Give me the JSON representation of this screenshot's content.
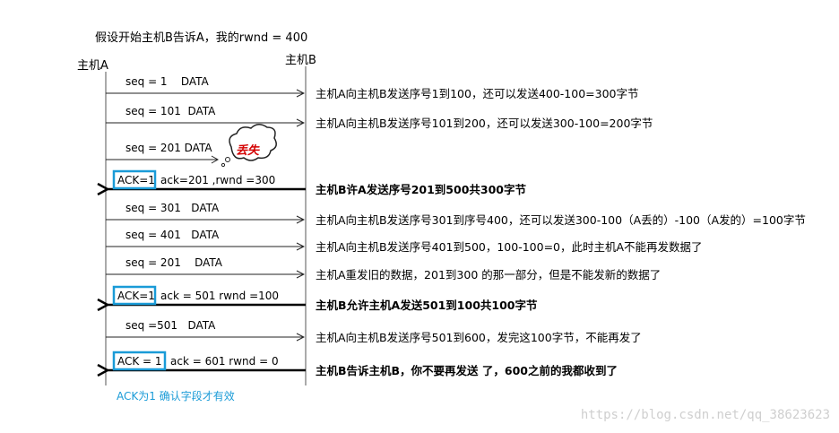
{
  "title": "假设开始主机B告诉A，我的rwnd = 400",
  "hostA": "主机A",
  "hostB": "主机B",
  "loss_label": "丢失",
  "footer_note": "ACK为1 确认字段才有效",
  "watermark": "https://blog.csdn.net/qq_38623623",
  "colors": {
    "ack_box": "#1a9bd7",
    "loss_text": "#d40000",
    "footer_text": "#1a9bd7"
  },
  "messages": [
    {
      "dir": "A->B",
      "label": "seq = 1    DATA",
      "note": "主机A向主机B发送序号1到100，还可以发送400-100=300字节",
      "bold": false
    },
    {
      "dir": "A->B",
      "label": "seq = 101  DATA",
      "note": "主机A向主机B发送序号101到200，还可以发送300-100=200字节",
      "bold": false
    },
    {
      "dir": "A->B",
      "label": "seq = 201 DATA",
      "note": "",
      "bold": false,
      "lost": true
    },
    {
      "dir": "B->A",
      "ack_box": "ACK=1",
      "label": "ack=201 ,rwnd =300",
      "note": "主机B许A发送序号201到500共300字节",
      "bold": true
    },
    {
      "dir": "A->B",
      "label": "seq = 301   DATA",
      "note": "主机A向主机B发送序号301到序号400，还可以发送300-100（A丢的）-100（A发的）=100字节",
      "bold": false
    },
    {
      "dir": "A->B",
      "label": "seq = 401   DATA",
      "note": "主机A向主机B发送序号401到500，100-100=0，此时主机A不能再发数据了",
      "bold": false
    },
    {
      "dir": "A->B",
      "label": "seq = 201    DATA",
      "note": "主机A重发旧的数据，201到300 的那一部分，但是不能发新的数据了",
      "bold": false
    },
    {
      "dir": "B->A",
      "ack_box": "ACK=1",
      "label": "ack = 501 rwnd =100",
      "note": "主机B允许主机A发送501到100共100字节",
      "bold": true
    },
    {
      "dir": "A->B",
      "label": "seq =501   DATA",
      "note": "主机A向主机B发送序号501到600，发完这100字节，不能再发了",
      "bold": false
    },
    {
      "dir": "B->A",
      "ack_box": "ACK = 1",
      "label": "ack = 601 rwnd = 0",
      "note": "主机B告诉主机B，你不要再发送 了，600之前的我都收到了",
      "bold": true
    }
  ]
}
